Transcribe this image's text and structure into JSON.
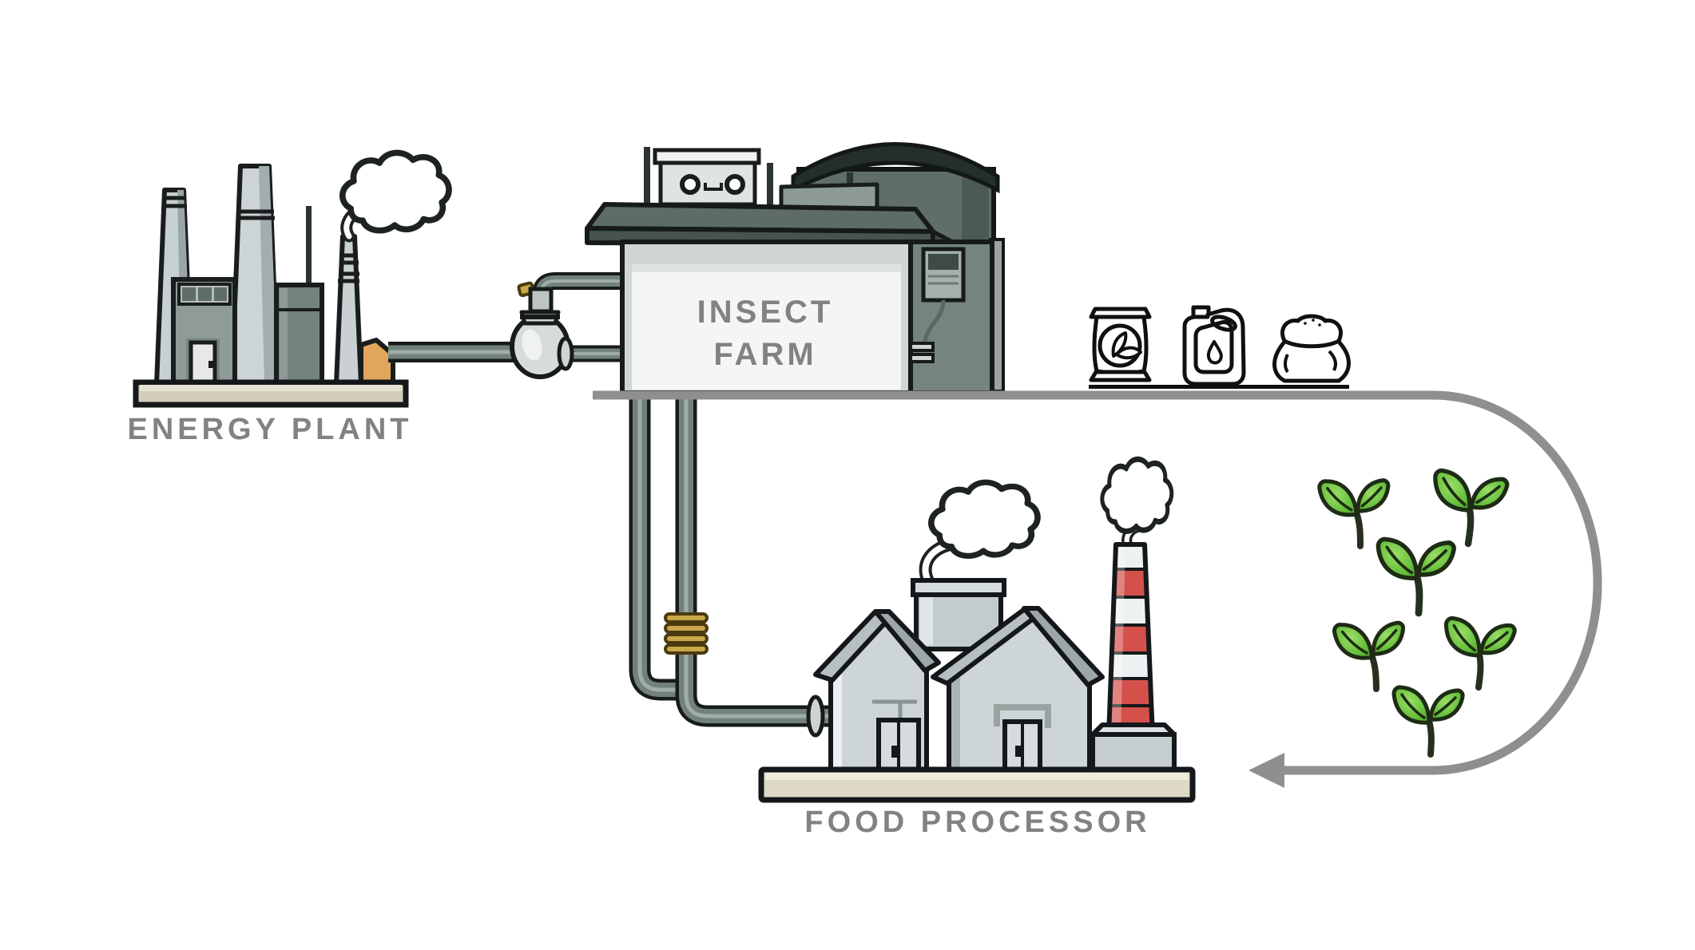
{
  "diagram": {
    "type": "cycle-flow-diagram",
    "background": "#ffffff",
    "flow_color": "#8f8f8f",
    "label_color": "#828282",
    "nodes": {
      "energy_plant": {
        "label": "ENERGY PLANT"
      },
      "insect_farm": {
        "label_line1": "INSECT",
        "label_line2": "FARM"
      },
      "food_processor": {
        "label": "FOOD PROCESSOR"
      }
    },
    "products": [
      {
        "id": "feed-bag",
        "description": "bag with sprout logo"
      },
      {
        "id": "oil-jug",
        "description": "jug with oil drop mark"
      },
      {
        "id": "meal-sack",
        "description": "open sack of meal"
      }
    ],
    "plants": {
      "count": 6,
      "description": "green seedlings inside the recycling loop"
    },
    "colors": {
      "pipe": "#73817c",
      "coil_brass": "#c9a84c",
      "stripe_red": "#d4504b",
      "leaf_green": "#62bb3a",
      "accent_orange": "#e2a55c",
      "smoke_outline": "#1d2320"
    }
  }
}
